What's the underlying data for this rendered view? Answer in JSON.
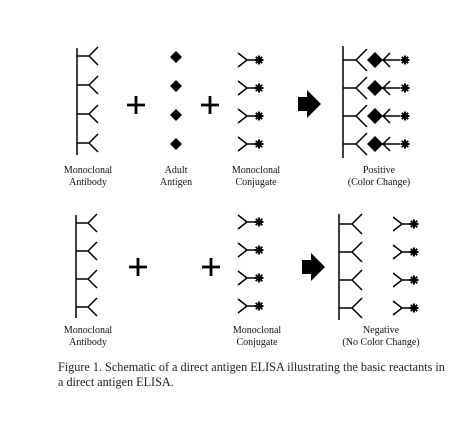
{
  "figure": {
    "row1": {
      "monoclonal_antibody": [
        "Monoclonal",
        "Antibody"
      ],
      "adult_antigen": [
        "Adult",
        "Antigen"
      ],
      "monoclonal_conjugate": [
        "Monoclonal",
        "Conjugate"
      ],
      "result": [
        "Positive",
        "(Color Change)"
      ]
    },
    "row2": {
      "monoclonal_antibody": [
        "Monoclonal",
        "Antibody"
      ],
      "monoclonal_conjugate": [
        "Monoclonal",
        "Conjugate"
      ],
      "result": [
        "Negative",
        "(No Color Change)"
      ]
    },
    "caption": "Figure 1.  Schematic of a direct antigen ELISA illustrating the basic reactants in a direct antigen ELISA."
  }
}
